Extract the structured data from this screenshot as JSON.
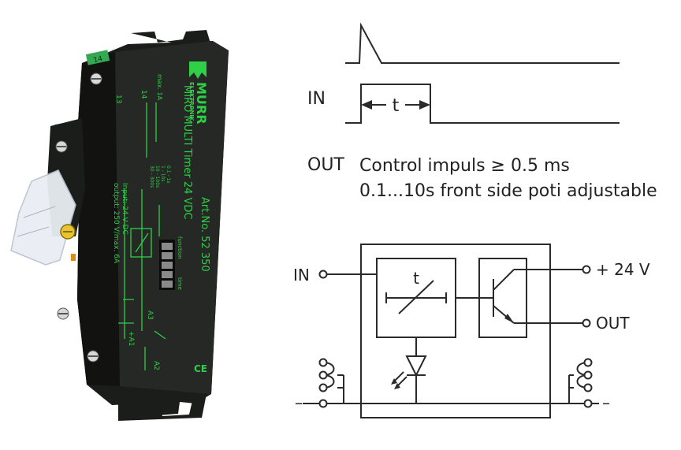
{
  "colors": {
    "housing": "#1b1d1a",
    "print": "#2fcf47",
    "terminal_tag": "#34a853",
    "latch": "#e9eef4",
    "pot": "#e7c52e",
    "line": "#2a2a2a"
  },
  "device": {
    "brand_top": "MURR",
    "brand_bottom": "ELEKTRONIK",
    "product": "MIRO MULTI Timer 24 VDC",
    "art_no": "Art.No. 52 350",
    "input_spec": "Input: 24 V DC",
    "output_spec": "output: 250 V/max. 6A",
    "max_current": "max. 1A",
    "terminal_13": "13",
    "terminal_14": "14",
    "terminal_a1": "+A1",
    "terminal_a2": "A2",
    "terminal_a3": "A3",
    "function_label": "function",
    "time_label": "time",
    "time_row_1": "0.1 - 1s",
    "time_row_2": "1 - 10s",
    "time_row_3": "10 - 100s",
    "time_row_4": "30 - 300s",
    "tag_top": "14",
    "tag_mid": "13",
    "ce_mark": "CE"
  },
  "timing": {
    "in_label": "IN",
    "t_label": "t",
    "out_label": "OUT"
  },
  "description": {
    "line1": "Control impuls ≥ 0.5 ms",
    "line2": "0.1...10s front side poti adjustable"
  },
  "schematic": {
    "in_label": "IN",
    "t_label": "t",
    "plus24_label": "+ 24 V",
    "out_label": "OUT",
    "minus_left": "–",
    "minus_right": "–"
  }
}
